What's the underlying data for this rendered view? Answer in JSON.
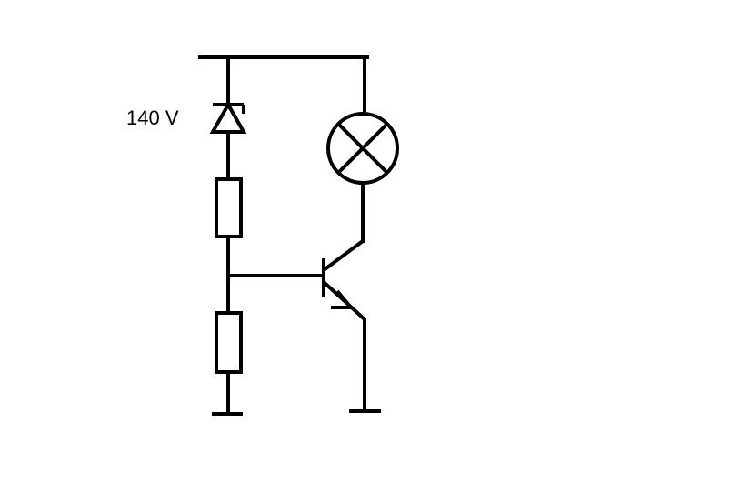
{
  "diagram": {
    "type": "circuit-schematic",
    "components": [
      {
        "kind": "zener-diode",
        "label": "140 V"
      },
      {
        "kind": "resistor"
      },
      {
        "kind": "resistor"
      },
      {
        "kind": "lamp"
      },
      {
        "kind": "npn-transistor"
      },
      {
        "kind": "ground"
      },
      {
        "kind": "ground"
      }
    ],
    "zener_label": "140 V"
  }
}
